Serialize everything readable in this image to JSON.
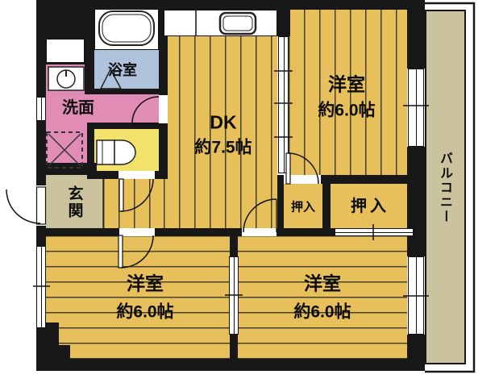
{
  "title": "apartment-floor-plan",
  "palette": {
    "floor_gold": "#E7BF5B",
    "floor_line": "#45412e",
    "wall_black": "#181818",
    "toilet_lemon": "#F0E26A",
    "washroom_pink": "#E18CB5",
    "bath_blue": "#AFC3DD",
    "entrance_balcony_tan": "#CBC29E",
    "fixture_white": "#ffffff"
  },
  "rooms": {
    "dk": {
      "name": "DK",
      "size": "約7.5帖"
    },
    "western_top_right": {
      "name": "洋室",
      "size": "約6.0帖"
    },
    "western_bottom_left": {
      "name": "洋室",
      "size": "約6.0帖"
    },
    "western_bottom_right": {
      "name": "洋室",
      "size": "約6.0帖"
    },
    "closet_small": {
      "name": "押入"
    },
    "closet_large": {
      "name": "押入"
    },
    "entrance": {
      "name": "玄関"
    },
    "bathroom": {
      "name": "浴室"
    },
    "washroom": {
      "name": "洗面"
    },
    "balcony": {
      "name": "バルコニー"
    }
  }
}
